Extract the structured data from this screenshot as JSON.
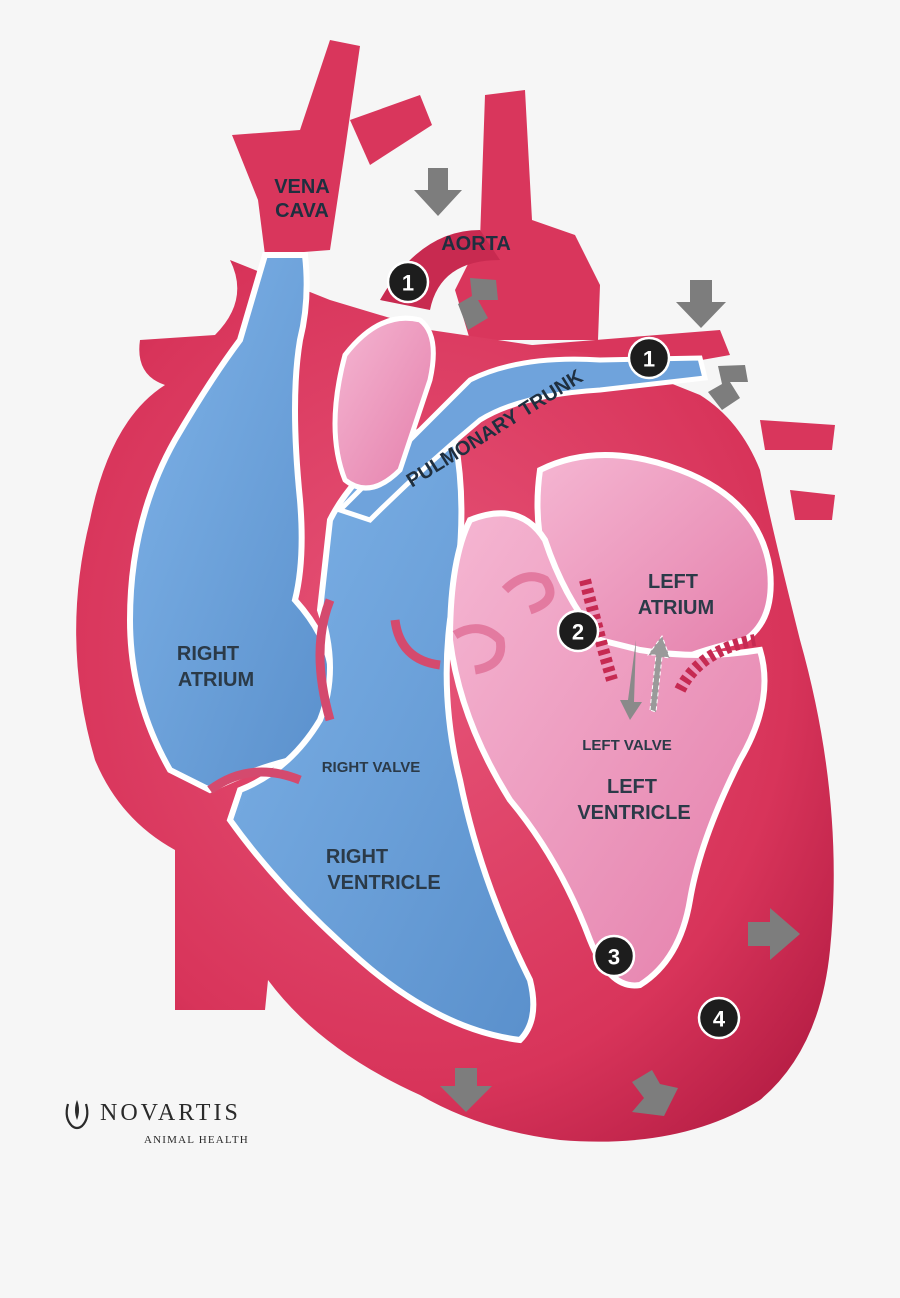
{
  "labels": {
    "vena_cava_1": "VENA",
    "vena_cava_2": "CAVA",
    "aorta": "AORTA",
    "pulmonary_trunk": "PULMONARY TRUNK",
    "right_atrium_1": "RIGHT",
    "right_atrium_2": "ATRIUM",
    "left_atrium_1": "LEFT",
    "left_atrium_2": "ATRIUM",
    "right_valve": "RIGHT VALVE",
    "left_valve": "LEFT VALVE",
    "right_ventricle_1": "RIGHT",
    "right_ventricle_2": "VENTRICLE",
    "left_ventricle_1": "LEFT",
    "left_ventricle_2": "VENTRICLE"
  },
  "steps": {
    "aorta_step": "1",
    "pulmonary_step": "1",
    "valve_step": "2",
    "apex_step": "3",
    "wall_step": "4"
  },
  "brand": {
    "name": "NOVARTIS",
    "subtitle": "ANIMAL HEALTH"
  },
  "colors": {
    "heart_red": "#d8345a",
    "heart_dark": "#b81f45",
    "vessel_red": "#d9365c",
    "oxygen_poor_blue": "#6fa3dc",
    "oxygen_rich_pink": "#e98fb5",
    "arrow_gray": "#7d7d7d",
    "background": "#f6f6f6"
  },
  "icons": {
    "flow_arrow": "gray-arrow",
    "valve_arrow": "dashed-arrow",
    "brand_logo": "novartis-logo"
  }
}
